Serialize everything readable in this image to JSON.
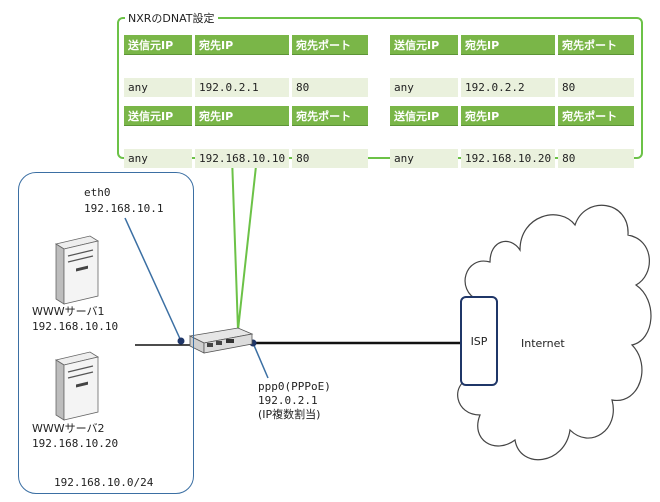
{
  "callout": {
    "title": "NXRのDNAT設定",
    "headers": [
      "送信元IP",
      "宛先IP",
      "宛先ポート"
    ],
    "rule1": {
      "before": [
        "any",
        "192.0.2.1",
        "80"
      ],
      "after": [
        "any",
        "192.168.10.10",
        "80"
      ]
    },
    "rule2": {
      "before": [
        "any",
        "192.0.2.2",
        "80"
      ],
      "after": [
        "any",
        "192.168.10.20",
        "80"
      ]
    }
  },
  "lan": {
    "eth0_label": "eth0",
    "eth0_ip": "192.168.10.1",
    "server1_name": "WWWサーバ1",
    "server1_ip": "192.168.10.10",
    "server2_name": "WWWサーバ2",
    "server2_ip": "192.168.10.20",
    "network": "192.168.10.0/24"
  },
  "wan": {
    "ppp_label": "ppp0(PPPoE)",
    "ppp_ip": "192.0.2.1",
    "ppp_note": "(IP複数割当)",
    "isp": "ISP",
    "internet": "Internet"
  },
  "colors": {
    "header_green": "#7ab648",
    "cell_green": "#eaf1dd",
    "callout_border": "#6cc247",
    "lan_border": "#3b6fa3",
    "arrow_blue": "#4a7ebb",
    "isp_border": "#1f3668"
  }
}
